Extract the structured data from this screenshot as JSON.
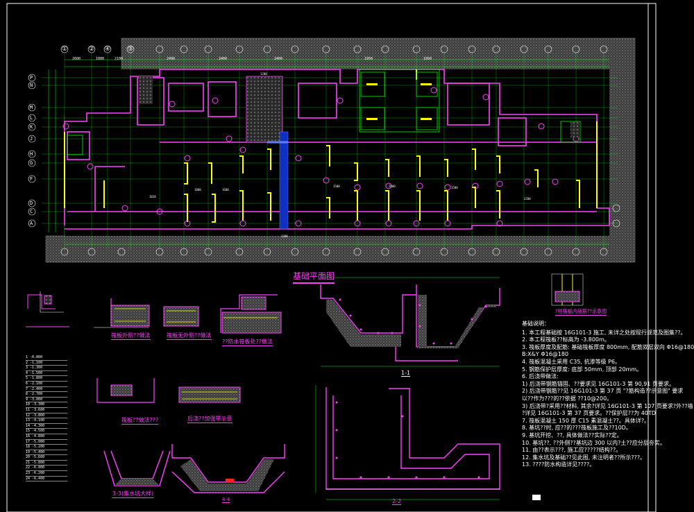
{
  "main_title": "基础平面图",
  "axis_labels_top": [
    "①",
    "②",
    "④",
    "⑤"
  ],
  "axis_labels_left": [
    "P",
    "N",
    "M",
    "L",
    "K",
    "J",
    "H",
    "G",
    "F",
    "D",
    "C",
    "A"
  ],
  "dims_top": [
    "2600",
    "1800",
    "2100",
    "2400",
    "2400",
    "2400",
    "1950",
    "1950"
  ],
  "section_titles": {
    "s11": "1-1",
    "s22": "2-2",
    "s33": "3-3(集水坑大样)",
    "s44": "4-4"
  },
  "detail_captions": [
    "筏板外侧??做法",
    "筏板无外侧??做法",
    "??防水筏板处??做法",
    "筏板??做法???",
    "后浇??加强带示意",
    "?柱筏板内插筋??示意图"
  ],
  "notes": {
    "heading": "基础说明：",
    "lines": [
      "1. 本工程基础按 16G101-3 施工, 未详之处按现行规范及图集??。",
      "2. 本工程筏板??标高为 -3.800m。",
      "3. 筏板厚度及配筋: 基础筏板厚度 800mm, 配筋双层双向 Φ16@180",
      "   B:X&Y Φ16@180",
      "4. 筏板混凝土采用 C35, 抗渗等级 P6。",
      "5. 钢筋保护层厚度: 底部 50mm, 顶部 20mm。",
      "6. 后浇带做法:",
      "1) 后浇带钢筋锚固、??要求见 16G101-3 第 90,91 页要求。",
      "2) 后浇带钢筋??见 16G101-3 第 37 页 \"?筋构造??示意图\" 要求",
      "   以??作为???的??依据 ??10@200。",
      "3) 后浇带?采用??材料, 其余?详见 16G101-3 第 107 页要求?外??墙",
      "   ?详见 16G101-3 第 37 页要求。??保护层??为 40TD",
      "7. 筏板混凝土 150 厚 C15 素混凝土??。具体详?。",
      "8. 基坑??时, 应??的???筏板施工及??10D。",
      "9. 基坑开挖、??, 具体做法??实际??定。",
      "10. 基坑??, ??外侧??基坑边 300 以内?土??应分层夯实。",
      "11. 由??表示???, 施工应?????结构??。",
      "12. 集水坑及基础??见此图, 未注明者??所示???。",
      "13. ????防水构造详见????。"
    ]
  },
  "colors": {
    "background": "#000000",
    "wall": "#ff40ff",
    "axis": "#00ff00",
    "rebar": "#ffff00",
    "slab_hatch": "#808080",
    "pit": "#0000ff",
    "accent_red": "#ff2020",
    "cyan": "#00ffff"
  },
  "legend_table": {
    "rows": [
      "1 -0.800",
      "2 -1.100",
      "3 -1.300",
      "4 -1.500",
      "5 -1.800",
      "6 -2.100",
      "7 -2.400",
      "8 -2.700",
      "9 -3.000",
      "10 -3.300",
      "11 -3.600",
      "12 -3.800",
      "13 -4.100",
      "14 -4.300",
      "15 -4.500",
      "16 -4.800",
      "17 -5.000",
      "18 -5.200",
      "19 -5.400",
      "20 -5.600",
      "21 -5.800",
      "22 -6.000",
      "23 -6.200",
      "24 -6.400"
    ]
  }
}
